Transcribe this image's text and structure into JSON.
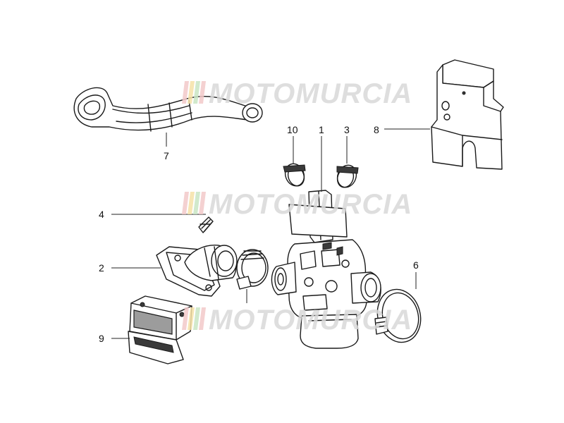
{
  "watermark": {
    "text": "MOTOMURCIA"
  },
  "callouts": {
    "c1": "1",
    "c2": "2",
    "c3": "3",
    "c4": "4",
    "c6": "6",
    "c7": "7",
    "c8": "8",
    "c9": "9",
    "c10": "10"
  }
}
